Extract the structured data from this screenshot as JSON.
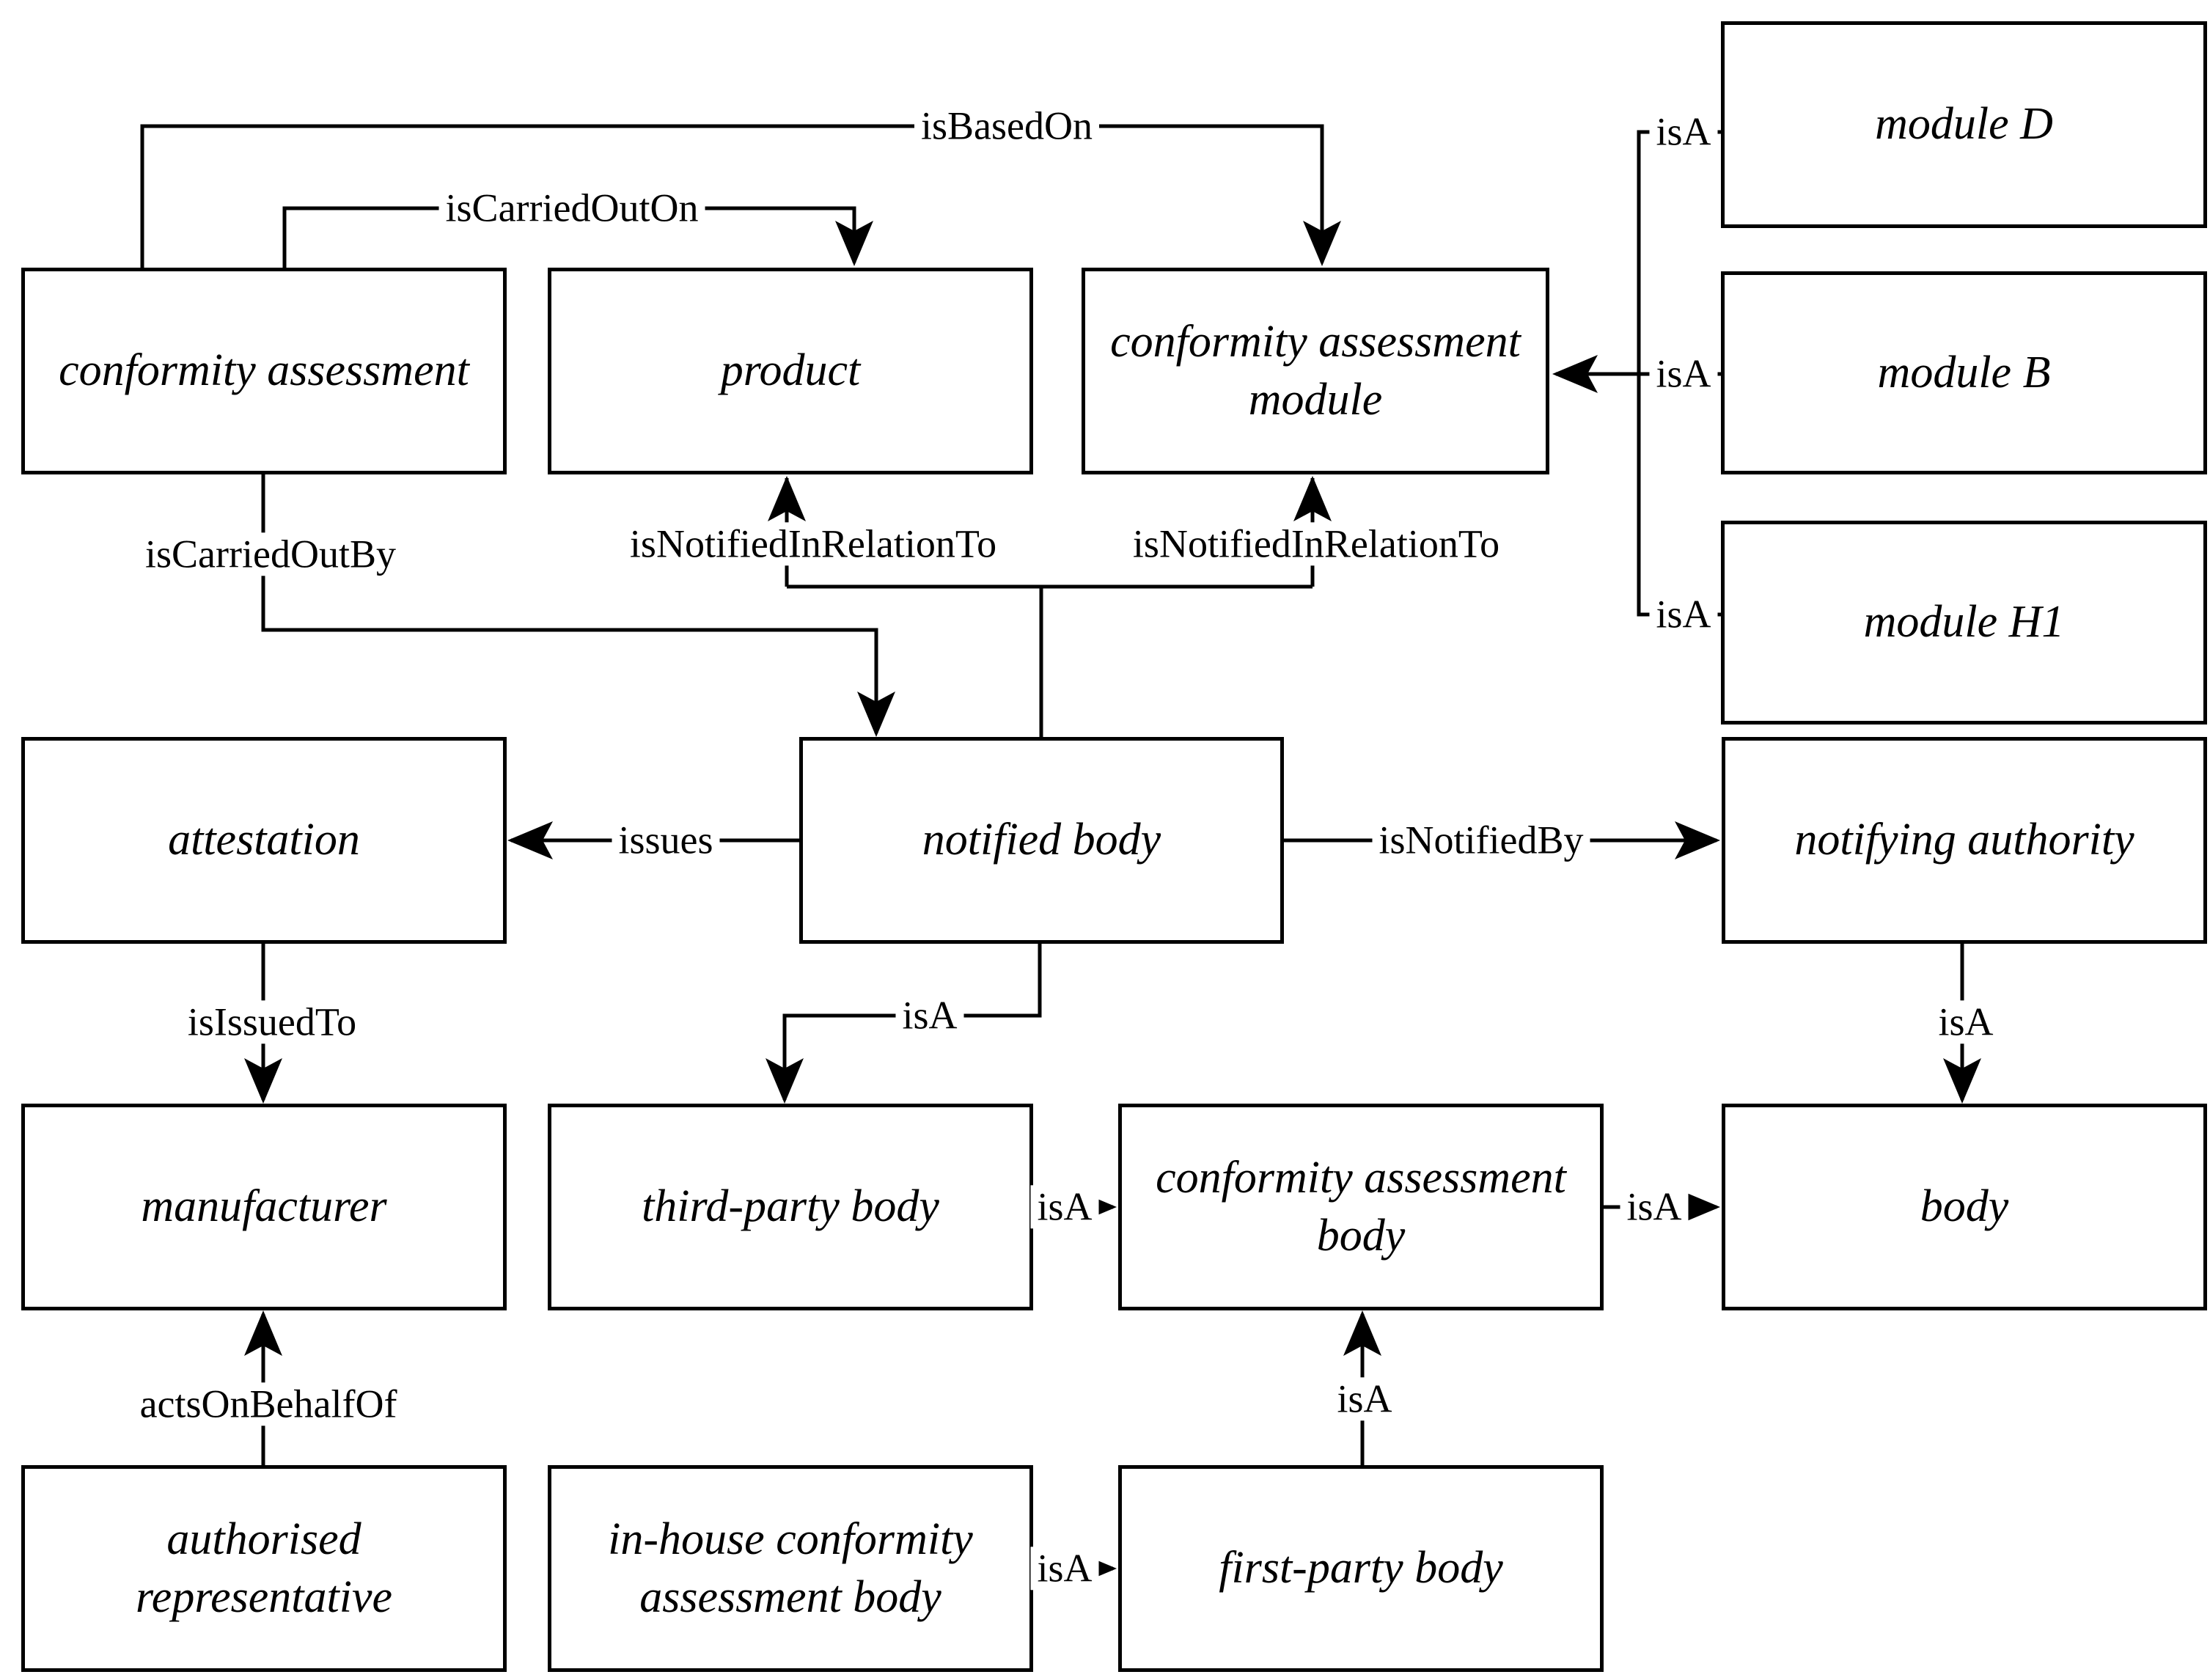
{
  "diagram": {
    "colors": {
      "line": "#000000",
      "background": "#ffffff",
      "text": "#000000",
      "box_fill": "#ffffff"
    },
    "nodes": [
      {
        "id": "conformity-assessment",
        "label": "conformity assessment"
      },
      {
        "id": "product",
        "label": "product"
      },
      {
        "id": "conformity-assessment-module",
        "label": "conformity assessment module"
      },
      {
        "id": "module-d",
        "label": "module D"
      },
      {
        "id": "module-b",
        "label": "module B"
      },
      {
        "id": "module-h1",
        "label": "module H1"
      },
      {
        "id": "attestation",
        "label": "attestation"
      },
      {
        "id": "notified-body",
        "label": "notified body"
      },
      {
        "id": "notifying-authority",
        "label": "notifying authority"
      },
      {
        "id": "manufacturer",
        "label": "manufacturer"
      },
      {
        "id": "third-party-body",
        "label": "third-party body"
      },
      {
        "id": "conformity-assessment-body",
        "label": "conformity assessment body"
      },
      {
        "id": "body",
        "label": "body"
      },
      {
        "id": "authorised-representative",
        "label": "authorised representative"
      },
      {
        "id": "in-house-conformity-assessment-body",
        "label": "in-house conformity assessment body"
      },
      {
        "id": "first-party-body",
        "label": "first-party body"
      }
    ],
    "edges": [
      {
        "id": "isBasedOn",
        "label": "isBasedOn",
        "from": "conformity assessment",
        "to": "conformity assessment module"
      },
      {
        "id": "isCarriedOutOn",
        "label": "isCarriedOutOn",
        "from": "conformity assessment",
        "to": "product"
      },
      {
        "id": "isCarriedOutBy",
        "label": "isCarriedOutBy",
        "from": "conformity assessment",
        "to": "notified body"
      },
      {
        "id": "isNotifiedInRelationTo-product",
        "label": "isNotifiedInRelationTo",
        "from": "notified body",
        "to": "product"
      },
      {
        "id": "isNotifiedInRelationTo-module",
        "label": "isNotifiedInRelationTo",
        "from": "notified body",
        "to": "conformity assessment module"
      },
      {
        "id": "issues",
        "label": "issues",
        "from": "notified body",
        "to": "attestation"
      },
      {
        "id": "isNotifiedBy",
        "label": "isNotifiedBy",
        "from": "notified body",
        "to": "notifying authority"
      },
      {
        "id": "isIssuedTo",
        "label": "isIssuedTo",
        "from": "attestation",
        "to": "manufacturer"
      },
      {
        "id": "isA-notified-body",
        "label": "isA",
        "from": "notified body",
        "to": "third-party body"
      },
      {
        "id": "isA-notifying-authority",
        "label": "isA",
        "from": "notifying authority",
        "to": "body"
      },
      {
        "id": "actsOnBehalfOf",
        "label": "actsOnBehalfOf",
        "from": "authorised representative",
        "to": "manufacturer"
      },
      {
        "id": "isA-module-d",
        "label": "isA",
        "from": "module D",
        "to": "conformity assessment module"
      },
      {
        "id": "isA-module-b",
        "label": "isA",
        "from": "module B",
        "to": "conformity assessment module"
      },
      {
        "id": "isA-module-h1",
        "label": "isA",
        "from": "module H1",
        "to": "conformity assessment module"
      },
      {
        "id": "isA-third-party-body",
        "label": "isA",
        "from": "third-party body",
        "to": "conformity assessment body"
      },
      {
        "id": "isA-conformity-assessment-body",
        "label": "isA",
        "from": "conformity assessment body",
        "to": "body"
      },
      {
        "id": "isA-first-party-body",
        "label": "isA",
        "from": "first-party body",
        "to": "conformity assessment body"
      },
      {
        "id": "isA-in-house",
        "label": "isA",
        "from": "in-house conformity assessment body",
        "to": "first-party body"
      }
    ]
  }
}
